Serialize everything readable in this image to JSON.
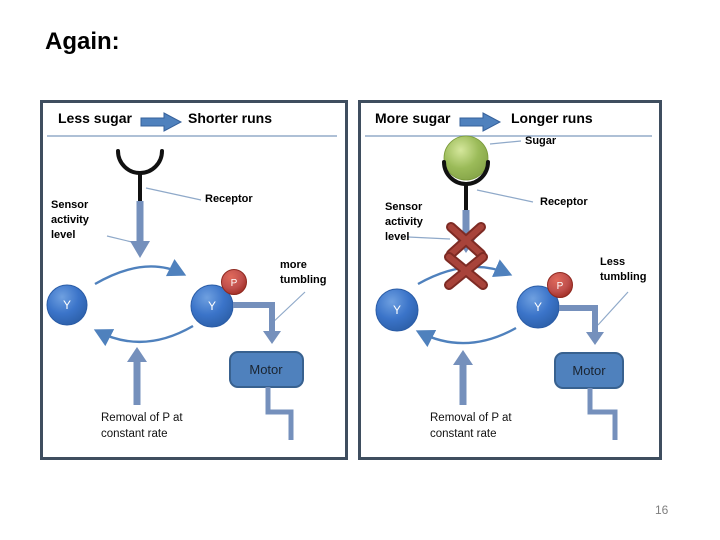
{
  "slide": {
    "title": "Again:",
    "page_number": "16"
  },
  "colors": {
    "accent_blue": "#4F81BD",
    "soft_arrow_blue": "#7590BC",
    "panel_border": "#3F4E5F",
    "separator_blue": "#94ABC9",
    "connector_blue": "#8FA9C9",
    "x_mark_red": "#A8433A",
    "phosphate_red": "#C0504D",
    "y_protein_blue": "#3B74C9",
    "sugar_green": "#9BBB59",
    "receptor_black": "#111111"
  },
  "left": {
    "condition": "Less sugar",
    "result": "Shorter runs",
    "sensor_label": "Sensor activity level",
    "receptor_label": "Receptor",
    "y_label": "Y",
    "yp_label": "Y",
    "p_label": "P",
    "tumbling_label": "more tumbling",
    "motor_label": "Motor",
    "removal_label": "Removal of P at constant rate"
  },
  "right": {
    "condition": "More sugar",
    "result": "Longer runs",
    "sugar_label": "Sugar",
    "sensor_label": "Sensor activity level",
    "receptor_label": "Receptor",
    "y_label": "Y",
    "yp_label": "Y",
    "p_label": "P",
    "tumbling_label": "Less tumbling",
    "motor_label": "Motor",
    "removal_label": "Removal of P at constant rate"
  }
}
